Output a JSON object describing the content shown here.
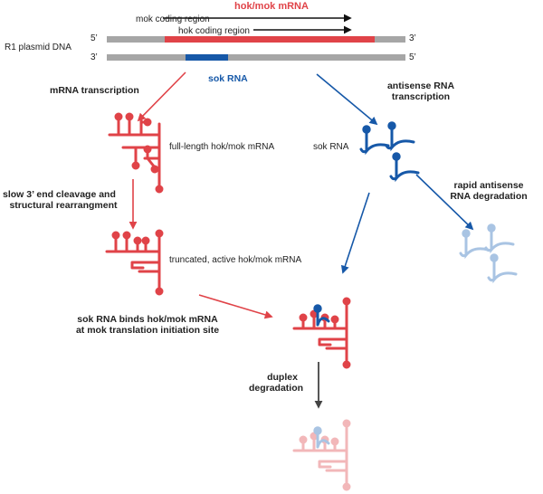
{
  "colors": {
    "red": "#e04348",
    "blue": "#1658a8",
    "gray": "#a6a6a6",
    "black": "#111111",
    "dark_arrow": "#444444",
    "faded_red": "#f2b7b9",
    "faded_blue": "#a9c4e3"
  },
  "top": {
    "title": "hok/mok mRNA",
    "mok_region": "mok coding region",
    "hok_region": "hok coding region",
    "plasmid_label": "R1 plasmid DNA",
    "strand1_left": "5’",
    "strand1_right": "3’",
    "strand2_left": "3’",
    "strand2_right": "5’",
    "sok_label": "sok RNA"
  },
  "steps": {
    "mrna_transcription": "mRNA transcription",
    "antisense_line1": "antisense RNA",
    "antisense_line2": "transcription",
    "full_length": "full-length hok/mok mRNA",
    "sok_rna": "sok RNA",
    "cleavage_line1": "slow 3’ end cleavage and",
    "cleavage_line2": "structural rearrangment",
    "rapid_line1": "rapid antisense",
    "rapid_line2": "RNA degradation",
    "truncated": "truncated, active hok/mok mRNA",
    "binds_line1": "sok RNA binds hok/mok mRNA",
    "binds_line2": "at mok translation initiation site",
    "duplex_line1": "duplex",
    "duplex_line2": "degradation"
  }
}
